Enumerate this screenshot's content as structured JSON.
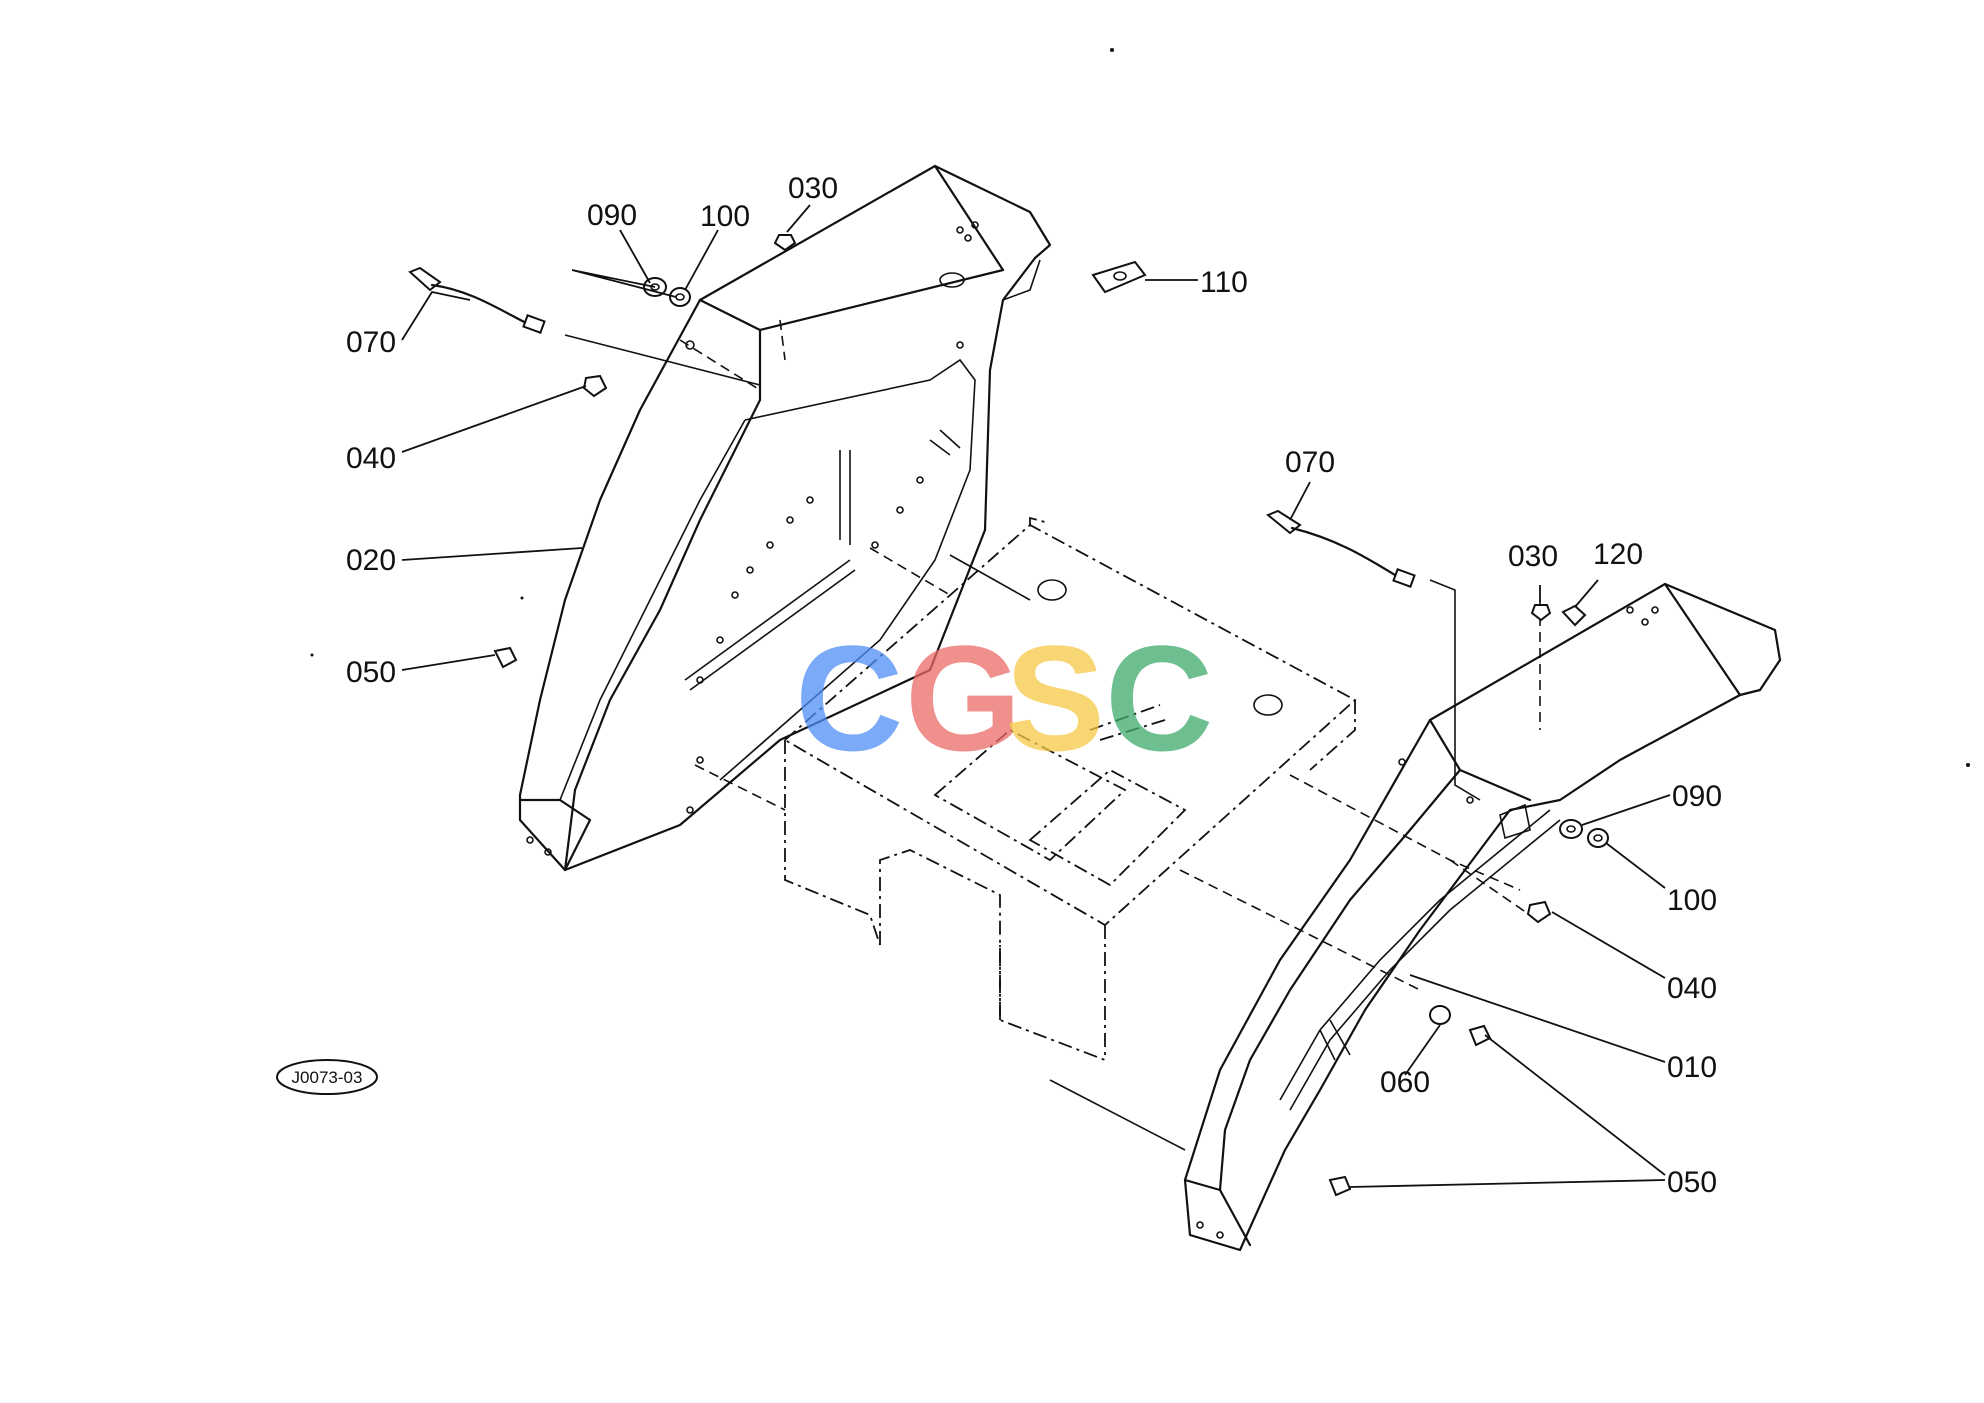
{
  "diagram": {
    "figure_code": "J0073-03",
    "watermark": {
      "letters": [
        "C",
        "G",
        "S",
        "C"
      ],
      "colors": [
        "#4f8ef7",
        "#ea6b66",
        "#f6c945",
        "#3daa6c"
      ]
    },
    "callouts": [
      {
        "id": "c-090-left",
        "text": "090"
      },
      {
        "id": "c-100-left",
        "text": "100"
      },
      {
        "id": "c-030-left",
        "text": "030"
      },
      {
        "id": "c-110",
        "text": "110"
      },
      {
        "id": "c-070-left",
        "text": "070"
      },
      {
        "id": "c-040-left",
        "text": "040"
      },
      {
        "id": "c-020",
        "text": "020"
      },
      {
        "id": "c-050-left",
        "text": "050"
      },
      {
        "id": "c-070-right",
        "text": "070"
      },
      {
        "id": "c-030-right",
        "text": "030"
      },
      {
        "id": "c-120",
        "text": "120"
      },
      {
        "id": "c-090-right",
        "text": "090"
      },
      {
        "id": "c-100-right",
        "text": "100"
      },
      {
        "id": "c-040-right",
        "text": "040"
      },
      {
        "id": "c-010",
        "text": "010"
      },
      {
        "id": "c-060",
        "text": "060"
      },
      {
        "id": "c-050-right",
        "text": "050"
      }
    ]
  }
}
